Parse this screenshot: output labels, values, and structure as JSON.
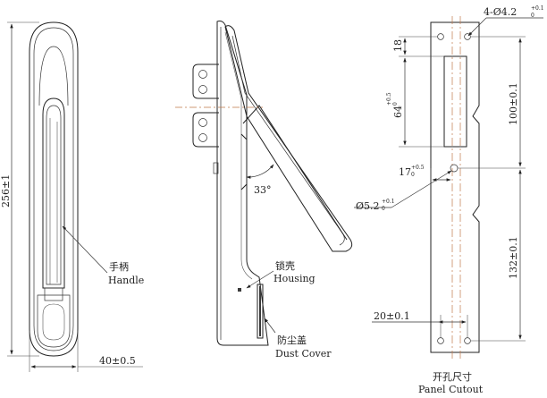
{
  "front_view": {
    "height_dim": "256±1",
    "width_dim": "40±0.5",
    "handle_label_cn": "手柄",
    "handle_label_en": "Handle"
  },
  "side_view": {
    "angle": "33°",
    "housing_label_cn": "锁壳",
    "housing_label_en": "Housing",
    "cover_label_cn": "防尘盖",
    "cover_label_en": "Dust Cover"
  },
  "cutout_view": {
    "hole_count_dim": "4-Ø4.2",
    "hole_tol": "+0.1",
    "hole_tol_low": "0",
    "dim_18": "18",
    "dim_64": "64",
    "dim_64_tol": "+0.5",
    "dim_64_tol_low": "0",
    "dim_100": "100±0.1",
    "dim_17": "17",
    "dim_17_tol": "+0.5",
    "dim_17_tol_low": "0",
    "center_hole_dim": "Ø5.2",
    "center_hole_tol": "+0.1",
    "center_hole_tol_low": "0",
    "dim_132": "132±0.1",
    "dim_20": "20±0.1",
    "title_cn": "开孔尺寸",
    "title_en": "Panel Cutout"
  },
  "colors": {
    "line": "#222222",
    "center_line": "#c0784a",
    "shade_light": "#e8e8e8",
    "shade_dark": "#3a3a3a"
  }
}
